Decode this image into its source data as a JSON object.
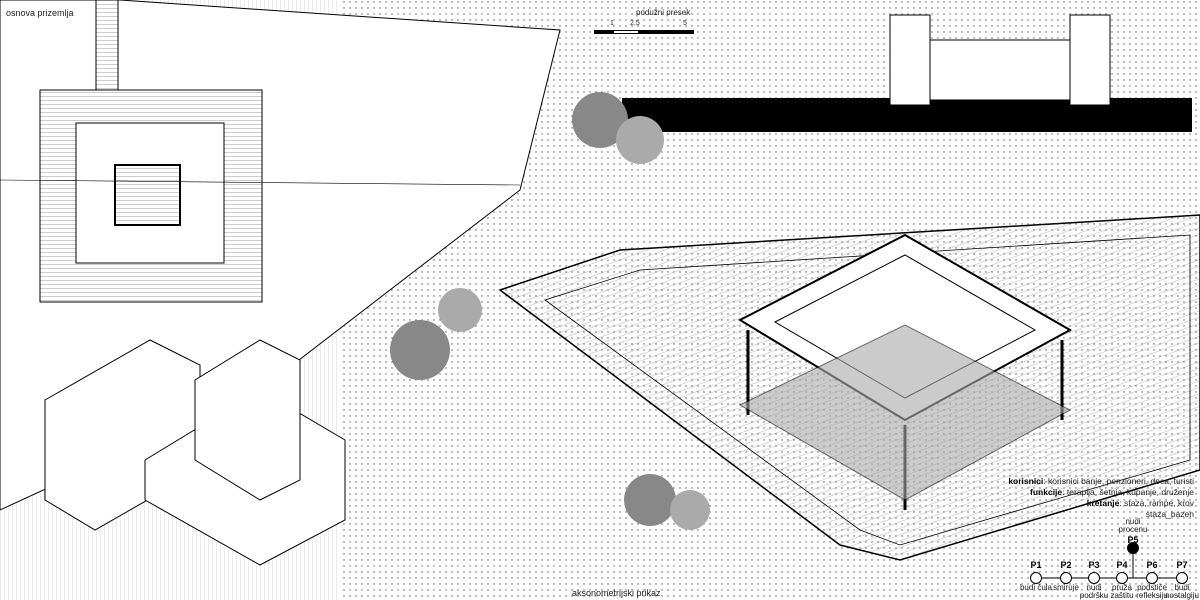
{
  "labels": {
    "plan_title": "osnova prizemlja",
    "section_title": "podužni presek",
    "axon_title": "aksonometrijski prikaz",
    "scale": [
      "1",
      "2.5",
      "5"
    ]
  },
  "legend": {
    "users_label": "korisnici",
    "users": ": korisnici banje, penzioneri, deca, turisti",
    "functions_label": "funkcije",
    "functions": ": terapija, šetnja, kupanje, druženje",
    "movement_label": "kretanje",
    "movement": ": staza, rampe, krov",
    "movement2": "staza_bazen"
  },
  "principles": [
    {
      "id": "P1",
      "text": "budi čula"
    },
    {
      "id": "P2",
      "text": "smiruje"
    },
    {
      "id": "P3",
      "text": "nudi podršku"
    },
    {
      "id": "P4",
      "text": "pruža zaštitu"
    },
    {
      "id": "P5",
      "text": "nudi procenu",
      "highlighted": true
    },
    {
      "id": "P6",
      "text": "podstiče refleksiju"
    },
    {
      "id": "P7",
      "text": "budi nostalgiju"
    }
  ],
  "colors": {
    "ink": "#000000",
    "gray": "#8a8a8a",
    "tree": "#7a7a7a",
    "paper": "#ffffff"
  }
}
